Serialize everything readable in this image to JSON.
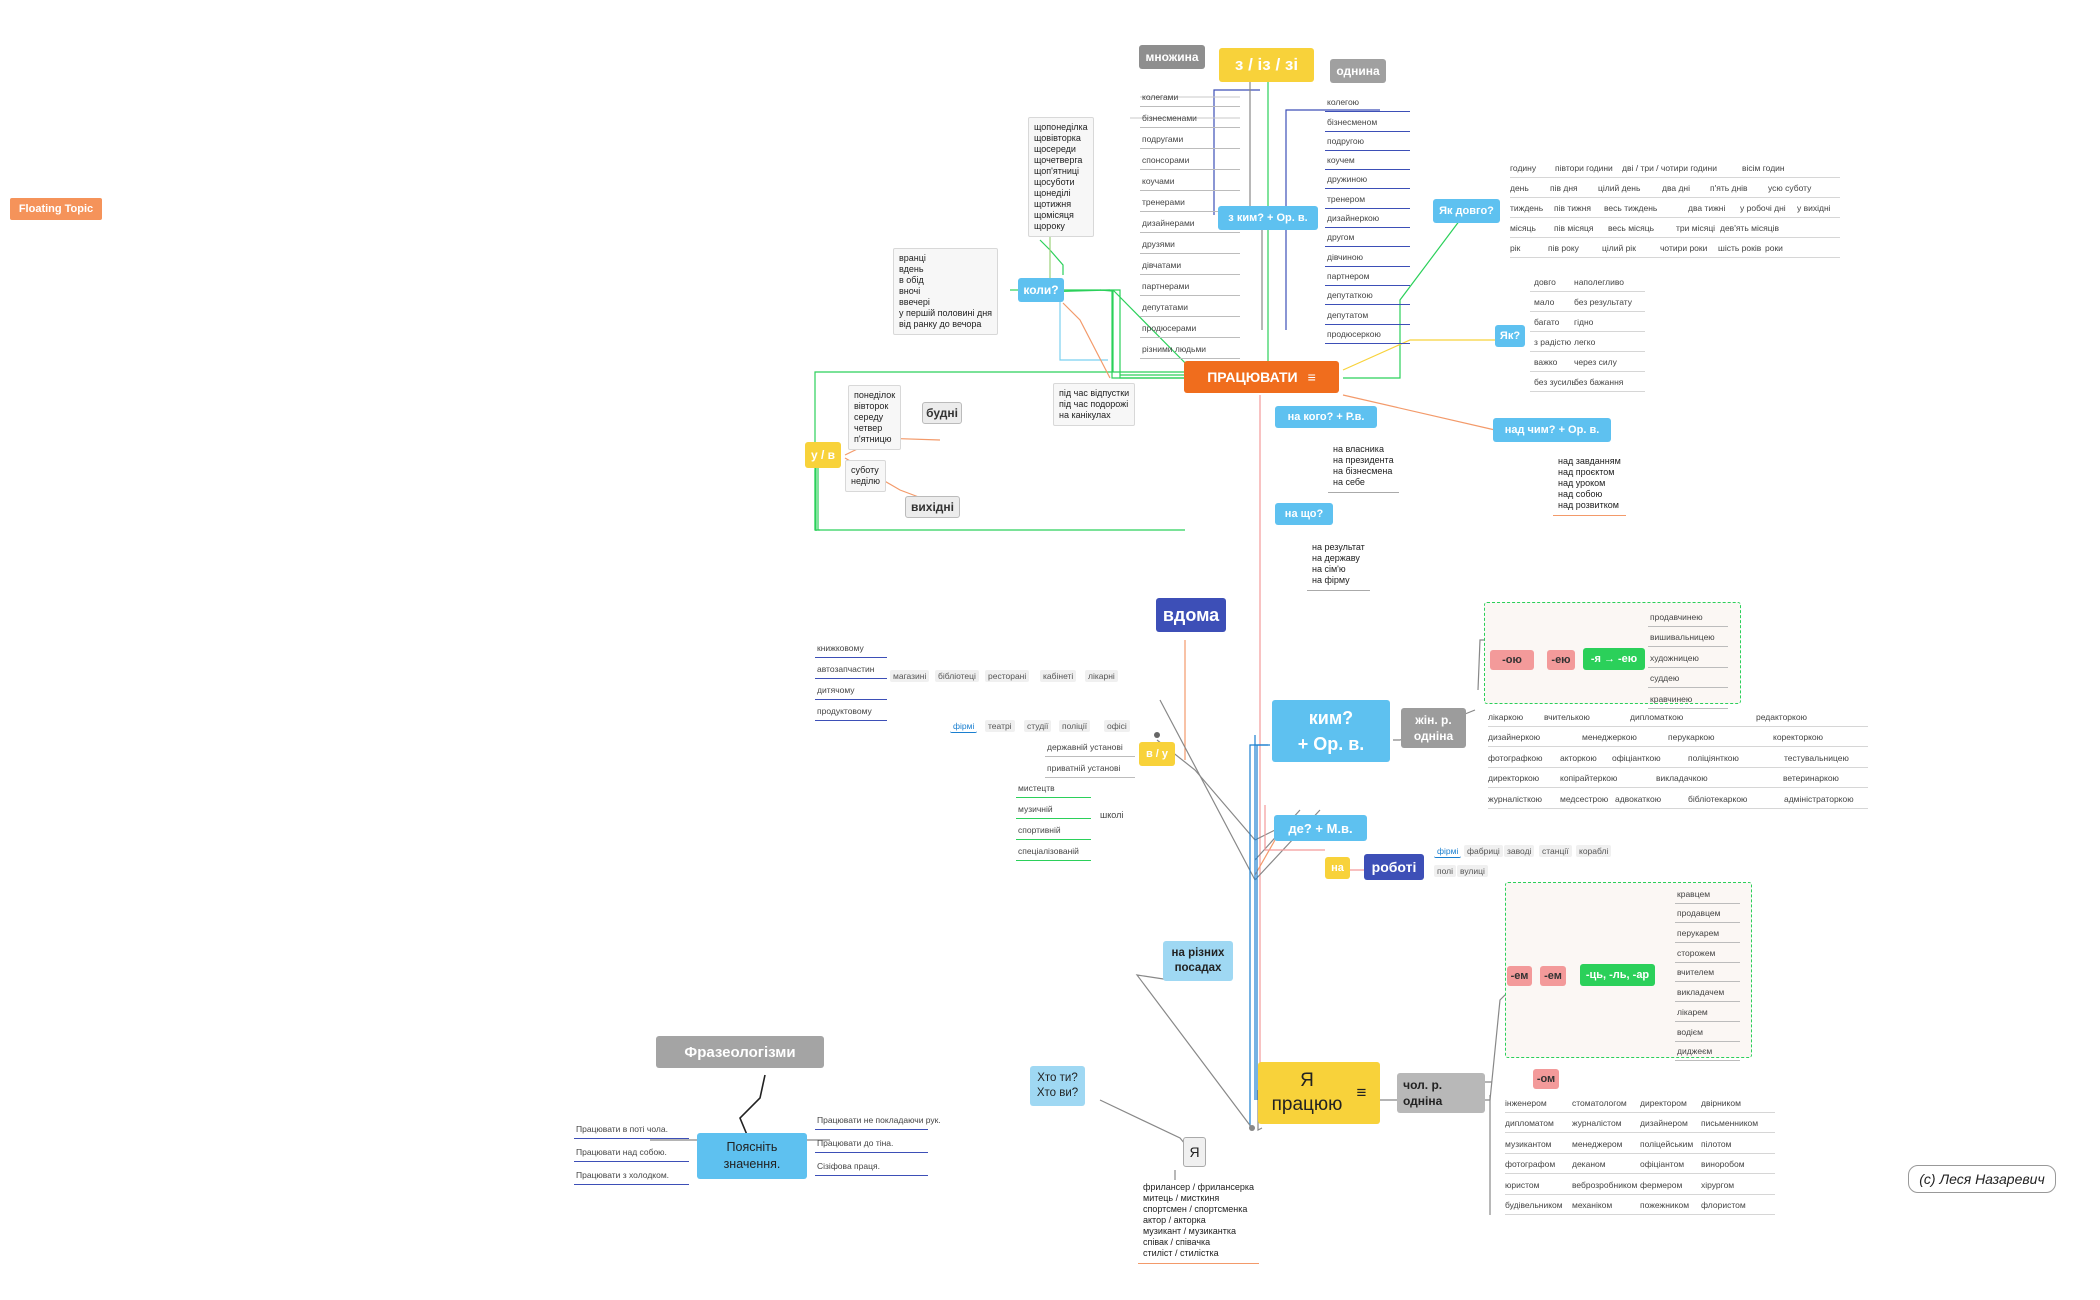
{
  "colors": {
    "root": "#f06d1d",
    "blue": "#5ec1f0",
    "yellow": "#f8d23a",
    "gray": "#9c9c9c",
    "navy": "#3d4fb7",
    "pink": "#f39a9a",
    "green": "#2bd05a",
    "light_blue": "#9fd8f3"
  },
  "floating_topic": "Floating Topic",
  "root": "ПРАЦЮВАТИ",
  "z_iz_zi": {
    "title": "з / із / зі",
    "plural_label": "множина",
    "singular_label": "однина",
    "plural": [
      "колегами",
      "бізнесменами",
      "подругами",
      "спонсорами",
      "коучами",
      "тренерами",
      "дизайнерами",
      "друзями",
      "дівчатами",
      "партнерами",
      "депутатами",
      "продюсерами",
      "різними людьми"
    ],
    "singular": [
      "колегою",
      "бізнесменом",
      "подругою",
      "коучем",
      "дружиною",
      "тренером",
      "дизайнеркою",
      "другом",
      "дівчиною",
      "партнером",
      "депутаткою",
      "депутатом",
      "продюсеркою"
    ]
  },
  "z_kym": "з ким?  + Ор. в.",
  "koly": {
    "title": "коли?",
    "days": [
      "щопонеділка",
      "щовівторка",
      "щосереди",
      "щочетверга",
      "щоп'ятниці",
      "щосуботи",
      "щонеділі",
      "щотижня",
      "щомісяця",
      "щороку"
    ],
    "times": [
      "вранці",
      "вдень",
      "в обід",
      "вночі",
      "ввечері",
      "у першій половині дня",
      "від ранку до вечора"
    ],
    "periods": [
      "під час відпустки",
      "під час подорожі",
      "на канікулах"
    ]
  },
  "u_v": {
    "title": "у / в",
    "weekdays": [
      "понеділок",
      "вівторок",
      "середу",
      "четвер",
      "п'ятницю"
    ],
    "weekdays_label": "будні",
    "weekend": [
      "суботу",
      "неділю"
    ],
    "weekend_label": "вихідні"
  },
  "yak_dovho": {
    "title": "Як довго?",
    "rows": [
      [
        "годину",
        "півтори години",
        "дві / три / чотири години",
        "вісім годин"
      ],
      [
        "день",
        "пів дня",
        "цілий день",
        "два дні",
        "п'ять днів",
        "усю суботу"
      ],
      [
        "тиждень",
        "пів тижня",
        "весь тиждень",
        "два тижні",
        "у робочі дні",
        "у вихідні"
      ],
      [
        "місяць",
        "пів місяця",
        "весь місяць",
        "три місяці",
        "дев'ять місяців"
      ],
      [
        "рік",
        "пів року",
        "цілий рік",
        "чотири роки",
        "шість років",
        "роки"
      ]
    ]
  },
  "yak": {
    "title": "Як?",
    "rows": [
      [
        "довго",
        "наполегливо"
      ],
      [
        "мало",
        "без результату"
      ],
      [
        "багато",
        "гідно"
      ],
      [
        "з радістю",
        "легко"
      ],
      [
        "важко",
        "через силу"
      ],
      [
        "без зусиль",
        "без бажання"
      ]
    ]
  },
  "na_koho": {
    "title": "на кого?  + Р.в.",
    "items": [
      "на власника",
      "на президента",
      "на бізнесмена",
      "на себе"
    ]
  },
  "nad_chym": {
    "title": "над чим?  + Ор. в.",
    "items": [
      "над завданням",
      "над проєктом",
      "над уроком",
      "над собою",
      "над розвитком"
    ]
  },
  "na_shcho": {
    "title": "на що?",
    "items": [
      "на результат",
      "на державу",
      "на сім'ю",
      "на фірму"
    ]
  },
  "vdoma": "вдома",
  "v_u": {
    "title": "в / у",
    "left_items": [
      "книжковому",
      "автозапчастин",
      "дитячому",
      "продуктовому"
    ],
    "places_row": [
      "магазині",
      "бібліотеці",
      "ресторані",
      "кабінеті",
      "лікарні"
    ],
    "firm_row": [
      "фірмі",
      "театрі",
      "студії",
      "поліції",
      "офісі"
    ],
    "institutions": [
      "державній установі",
      "приватній установі"
    ],
    "school_items": [
      "мистецтв",
      "музичній",
      "спортивній",
      "спеціалізованій"
    ],
    "school": "школі"
  },
  "kym": {
    "title": "ким?\n+ Ор. в.",
    "fem": {
      "label": "жін. р.\nодніна",
      "suffix_a": "-ою",
      "suffix_b": "-ею",
      "rule": "-я → -ею",
      "examples": [
        "продавчинею",
        "вишивальницею",
        "художницею",
        "суддею",
        "кравчинею"
      ],
      "rows": [
        [
          "лікаркою",
          "вчителькою",
          "дипломаткою",
          "редакторкою"
        ],
        [
          "дизайнеркою",
          "менеджеркою",
          "перукаркою",
          "коректоркою"
        ],
        [
          "фотографкою",
          "акторкою",
          "офіціанткою",
          "поліціянткою",
          "тестувальницею"
        ],
        [
          "директоркою",
          "копірайтеркою",
          "викладачкою",
          "ветеринаркою"
        ],
        [
          "журналісткою",
          "медсестрою",
          "адвокаткою",
          "бібліотекаркою",
          "адміністраторкою"
        ]
      ]
    }
  },
  "de": {
    "title": "де? + М.в.",
    "na": "на",
    "roboti": "роботі",
    "row1": [
      "фірмі",
      "фабриці",
      "заводі",
      "станції",
      "кораблі"
    ],
    "row2": [
      "полі",
      "вулиці"
    ]
  },
  "na_riznykh": "на різних\nпосадах",
  "ya_pratsyuyu": {
    "title": "Я\nпрацюю",
    "masc_label": "чол. р.\nодніна",
    "suffix_a": "-ем",
    "suffix_b": "-ем",
    "rule": "-ць, -ль, -ар",
    "suffix_om": "-ом",
    "examples": [
      "кравцем",
      "продавцем",
      "перукарем",
      "сторожем",
      "вчителем",
      "викладачем",
      "лікарем",
      "водієм",
      "диджеєм"
    ],
    "rows": [
      [
        "інженером",
        "стоматологом",
        "директором",
        "двірником"
      ],
      [
        "дипломатом",
        "журналістом",
        "дизайнером",
        "письменником"
      ],
      [
        "музикантом",
        "менеджером",
        "поліцейським",
        "пілотом"
      ],
      [
        "фотографом",
        "деканом",
        "офіціантом",
        "виноробом"
      ],
      [
        "юристом",
        "веброзробником",
        "фермером",
        "хірургом"
      ],
      [
        "будівельником",
        "механіком",
        "пожежником",
        "флористом"
      ]
    ]
  },
  "khto": {
    "question": "Хто ти?\nХто ви?",
    "ya": "Я",
    "items": [
      "фрилансер / фрилансерка",
      "митець / мисткиня",
      "спортсмен / спортсменка",
      "актор / акторка",
      "музикант / музикантка",
      "співак / співачка",
      "стиліст / стилістка"
    ]
  },
  "frazeolohizmy": {
    "title": "Фразеологізми",
    "task": "Поясніть\nзначення.",
    "left": [
      "Працювати в поті чола.",
      "Працювати над собою.",
      "Працювати з холодком."
    ],
    "right": [
      "Працювати не покладаючи рук.",
      "Працювати до тіна.",
      "Сізіфова праця."
    ]
  },
  "author": "(с) Леся Назаревич"
}
